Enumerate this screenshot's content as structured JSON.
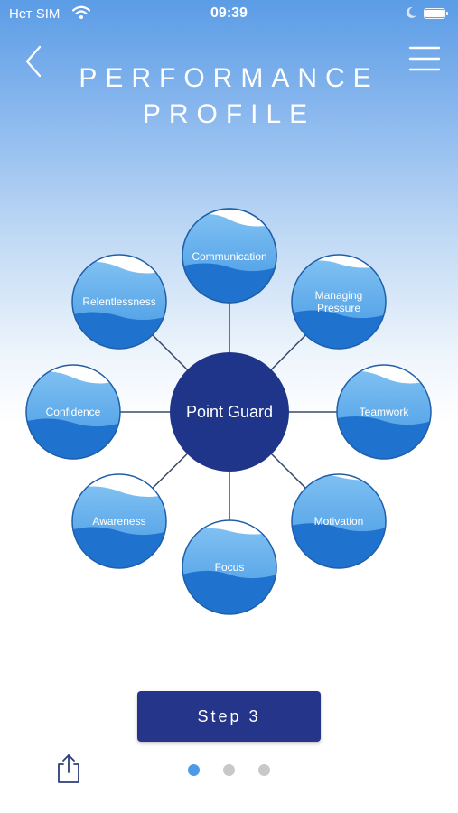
{
  "status_bar": {
    "carrier": "Нет SIM",
    "time": "09:39"
  },
  "header": {
    "title_line1": "PERFORMANCE",
    "title_line2": "PROFILE"
  },
  "diagram": {
    "center": "Point Guard",
    "nodes": {
      "communication": "Communication",
      "managing_pressure_1": "Managing",
      "managing_pressure_2": "Pressure",
      "teamwork": "Teamwork",
      "motivation": "Motivation",
      "focus": "Focus",
      "awareness": "Awareness",
      "confidence": "Confidence",
      "relentlessness": "Relentlessness"
    },
    "colors": {
      "center": "#1f3589",
      "bubble_top": "#4f9fe6",
      "bubble_bottom": "#1f73cf",
      "connector": "#3a4a6a"
    }
  },
  "footer": {
    "step_label": "Step 3",
    "pager": {
      "count": 3,
      "active": 1
    }
  },
  "icons": {
    "back": "chevron-left-icon",
    "menu": "hamburger-icon",
    "share": "share-icon"
  }
}
